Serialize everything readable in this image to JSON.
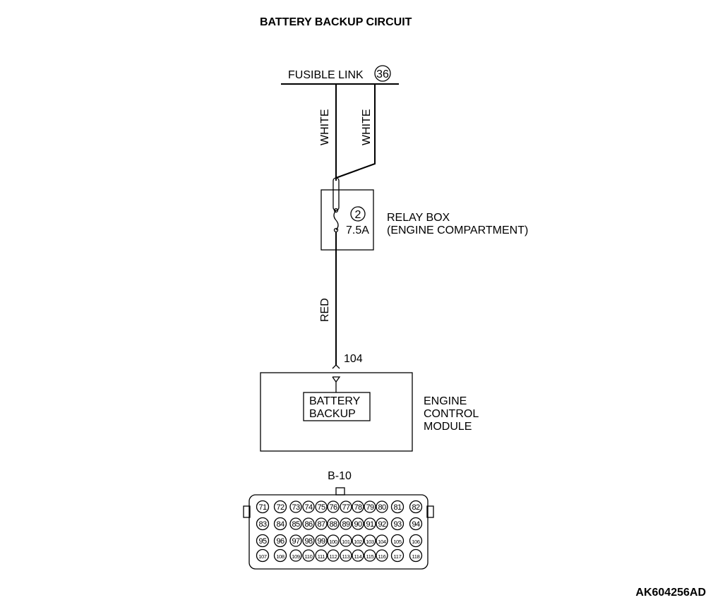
{
  "title": "BATTERY BACKUP CIRCUIT",
  "fusible_link": {
    "label": "FUSIBLE LINK",
    "number": "36"
  },
  "wires": {
    "left_color": "WHITE",
    "right_color": "WHITE",
    "lower_color": "RED"
  },
  "relay_box": {
    "fuse_number": "2",
    "fuse_rating": "7.5A",
    "label_line1": "RELAY BOX",
    "label_line2": "(ENGINE COMPARTMENT)"
  },
  "ecm": {
    "terminal": "104",
    "inner_line1": "BATTERY",
    "inner_line2": "BACKUP",
    "label_line1": "ENGINE",
    "label_line2": "CONTROL",
    "label_line3": "MODULE"
  },
  "connector": {
    "name": "B-10",
    "rows": [
      [
        "71",
        "72",
        "73",
        "74",
        "75",
        "76",
        "77",
        "78",
        "79",
        "80",
        "81",
        "82"
      ],
      [
        "83",
        "84",
        "85",
        "86",
        "87",
        "88",
        "89",
        "90",
        "91",
        "92",
        "93",
        "94"
      ],
      [
        "95",
        "96",
        "97",
        "98",
        "99",
        "100",
        "101",
        "102",
        "103",
        "104",
        "105",
        "106"
      ],
      [
        "107",
        "108",
        "109",
        "110",
        "111",
        "112",
        "113",
        "114",
        "115",
        "116",
        "117",
        "118"
      ]
    ]
  },
  "figure_id": "AK604256AD"
}
